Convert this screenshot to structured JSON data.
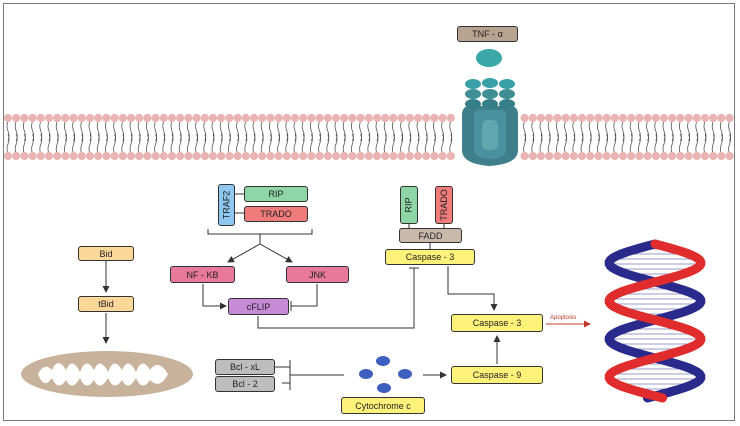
{
  "labels": {
    "tnf_alpha": "TNF - α",
    "traf2": "TRAF2",
    "rip_top": "RIP",
    "trado_top": "TRADO",
    "rip_fadd": "RIP",
    "trado_fadd": "TRADO",
    "fadd": "FADD",
    "caspase3_upper": "Caspase - 3",
    "bid": "Bid",
    "tbid": "tBid",
    "nfkb": "NF - KB",
    "jnk": "JNK",
    "cflip": "cFLIP",
    "caspase3_right": "Caspase - 3",
    "apoptosis": "Apoptosis",
    "caspase9": "Caspase - 9",
    "bclxl": "Bcl - xL",
    "bcl2": "Bcl - 2",
    "cytochrome_c": "Cytochrome c"
  },
  "colors": {
    "membrane_head": "#e8b4b4",
    "receptor": "#3f7f8c",
    "receptor_light": "#5da8b0",
    "ligand": "#3aa8a8",
    "tnf_box": "#b8a290",
    "green": "#8fd6a6",
    "red_box": "#f07b7b",
    "blue_box": "#8ec7ef",
    "yellow": "#fff27a",
    "orange": "#fcd79a",
    "pink": "#e8799a",
    "purple": "#c78ad6",
    "gray": "#bdbdbd",
    "fadd": "#c8b9ab",
    "mito": "#c9b29b",
    "cyto_dot": "#3f5fbf",
    "dna_red": "#e02c2c",
    "dna_blue": "#2a2a8c"
  }
}
